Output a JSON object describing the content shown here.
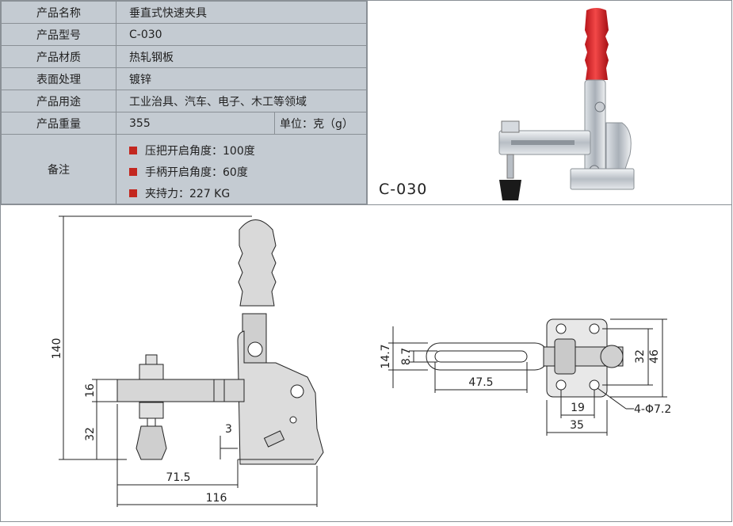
{
  "spec_table": {
    "rows": [
      {
        "label": "产品名称",
        "value": "垂直式快速夹具"
      },
      {
        "label": "产品型号",
        "value": "C-030"
      },
      {
        "label": "产品材质",
        "value": "热轧钢板"
      },
      {
        "label": "表面处理",
        "value": "镀锌"
      },
      {
        "label": "产品用途",
        "value": "工业治具、汽车、电子、木工等领域"
      },
      {
        "label": "产品重量",
        "value": "355",
        "unit": "单位：克（g）"
      }
    ],
    "notes_label": "备注",
    "notes": [
      "压把开启角度：100度",
      "手柄开启角度：60度",
      "夹持力：227 KG"
    ]
  },
  "photo": {
    "model_label": "C-030",
    "handle_color": "#e52a2a"
  },
  "side_view": {
    "dims": {
      "height": "140",
      "bar": "16",
      "spindle": "32",
      "gap": "3",
      "reach": "71.5",
      "length": "116"
    }
  },
  "top_view": {
    "dims": {
      "slot_outer": "14.7",
      "slot_inner": "8.7",
      "slot_len": "47.5",
      "hole_w": "19",
      "base_w": "35",
      "hole_h": "32",
      "base_h": "46",
      "holes": "4-Φ7.2"
    }
  }
}
